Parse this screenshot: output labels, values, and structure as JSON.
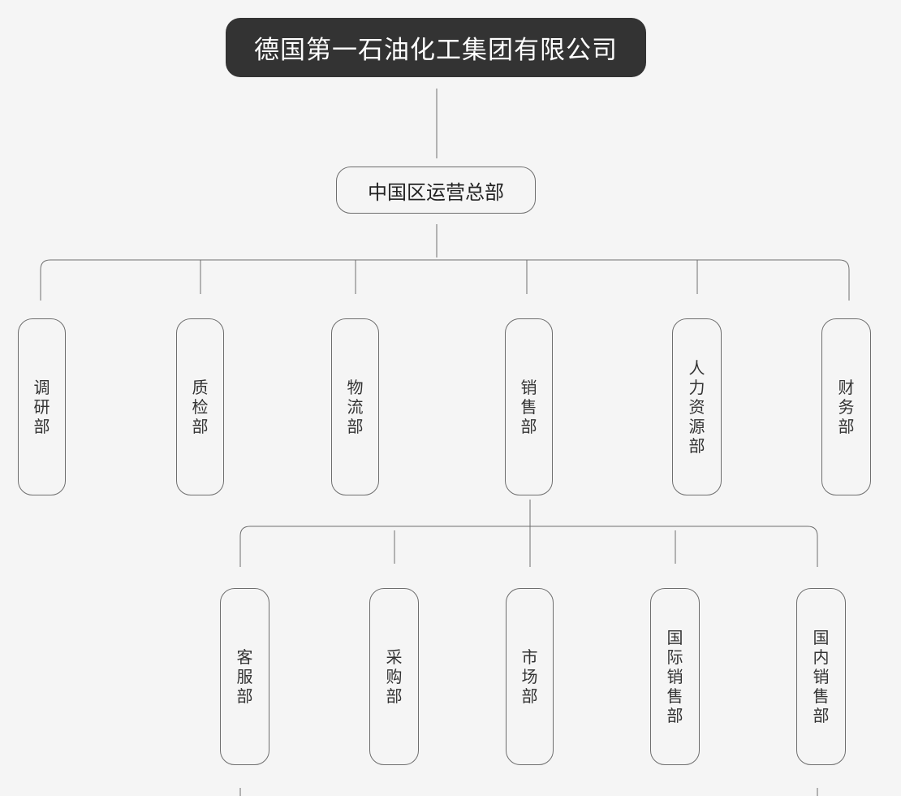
{
  "root": {
    "label": "德国第一石油化工集团有限公司"
  },
  "hq": {
    "label": "中国区运营总部"
  },
  "departments": [
    {
      "label": "调研部"
    },
    {
      "label": "质检部"
    },
    {
      "label": "物流部"
    },
    {
      "label": "销售部"
    },
    {
      "label": "人力资源部"
    },
    {
      "label": "财务部"
    }
  ],
  "sales_subdepartments": [
    {
      "label": "客服部"
    },
    {
      "label": "采购部"
    },
    {
      "label": "市场部"
    },
    {
      "label": "国际销售部"
    },
    {
      "label": "国内销售部"
    }
  ],
  "colors": {
    "root_fill": "#333333",
    "root_text": "#ffffff",
    "line": "#6e6e6e",
    "background": "#f5f5f5"
  }
}
